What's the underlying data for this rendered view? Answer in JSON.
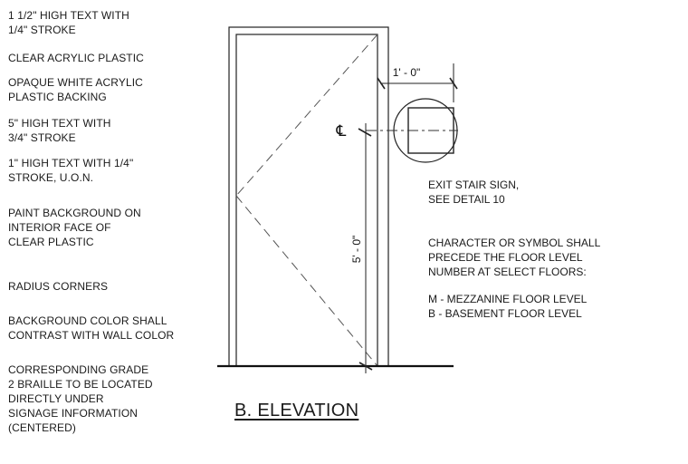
{
  "left_notes": [
    "1 1/2\" HIGH TEXT WITH\n1/4\" STROKE",
    "CLEAR ACRYLIC PLASTIC",
    "OPAQUE WHITE ACRYLIC\nPLASTIC BACKING",
    "5\" HIGH TEXT WITH\n3/4\" STROKE",
    "1\" HIGH TEXT WITH 1/4\"\nSTROKE, U.O.N.",
    "PAINT BACKGROUND ON\nINTERIOR FACE OF\nCLEAR PLASTIC",
    "RADIUS CORNERS",
    "BACKGROUND COLOR SHALL\nCONTRAST WITH WALL COLOR",
    "CORRESPONDING GRADE\n2 BRAILLE TO BE LOCATED\nDIRECTLY UNDER\nSIGNAGE INFORMATION\n(CENTERED)"
  ],
  "dimensions": {
    "width_label": "1' - 0\"",
    "height_label": "5' - 0\"",
    "centerline_symbol": "℄"
  },
  "right_notes": {
    "exit_sign": "EXIT STAIR SIGN,\nSEE DETAIL 10",
    "floor_level": "CHARACTER OR SYMBOL SHALL\nPRECEDE THE FLOOR LEVEL\nNUMBER AT SELECT FLOORS:",
    "legend": "M - MEZZANINE FLOOR LEVEL\nB - BASEMENT FLOOR LEVEL"
  },
  "title": "B. ELEVATION"
}
